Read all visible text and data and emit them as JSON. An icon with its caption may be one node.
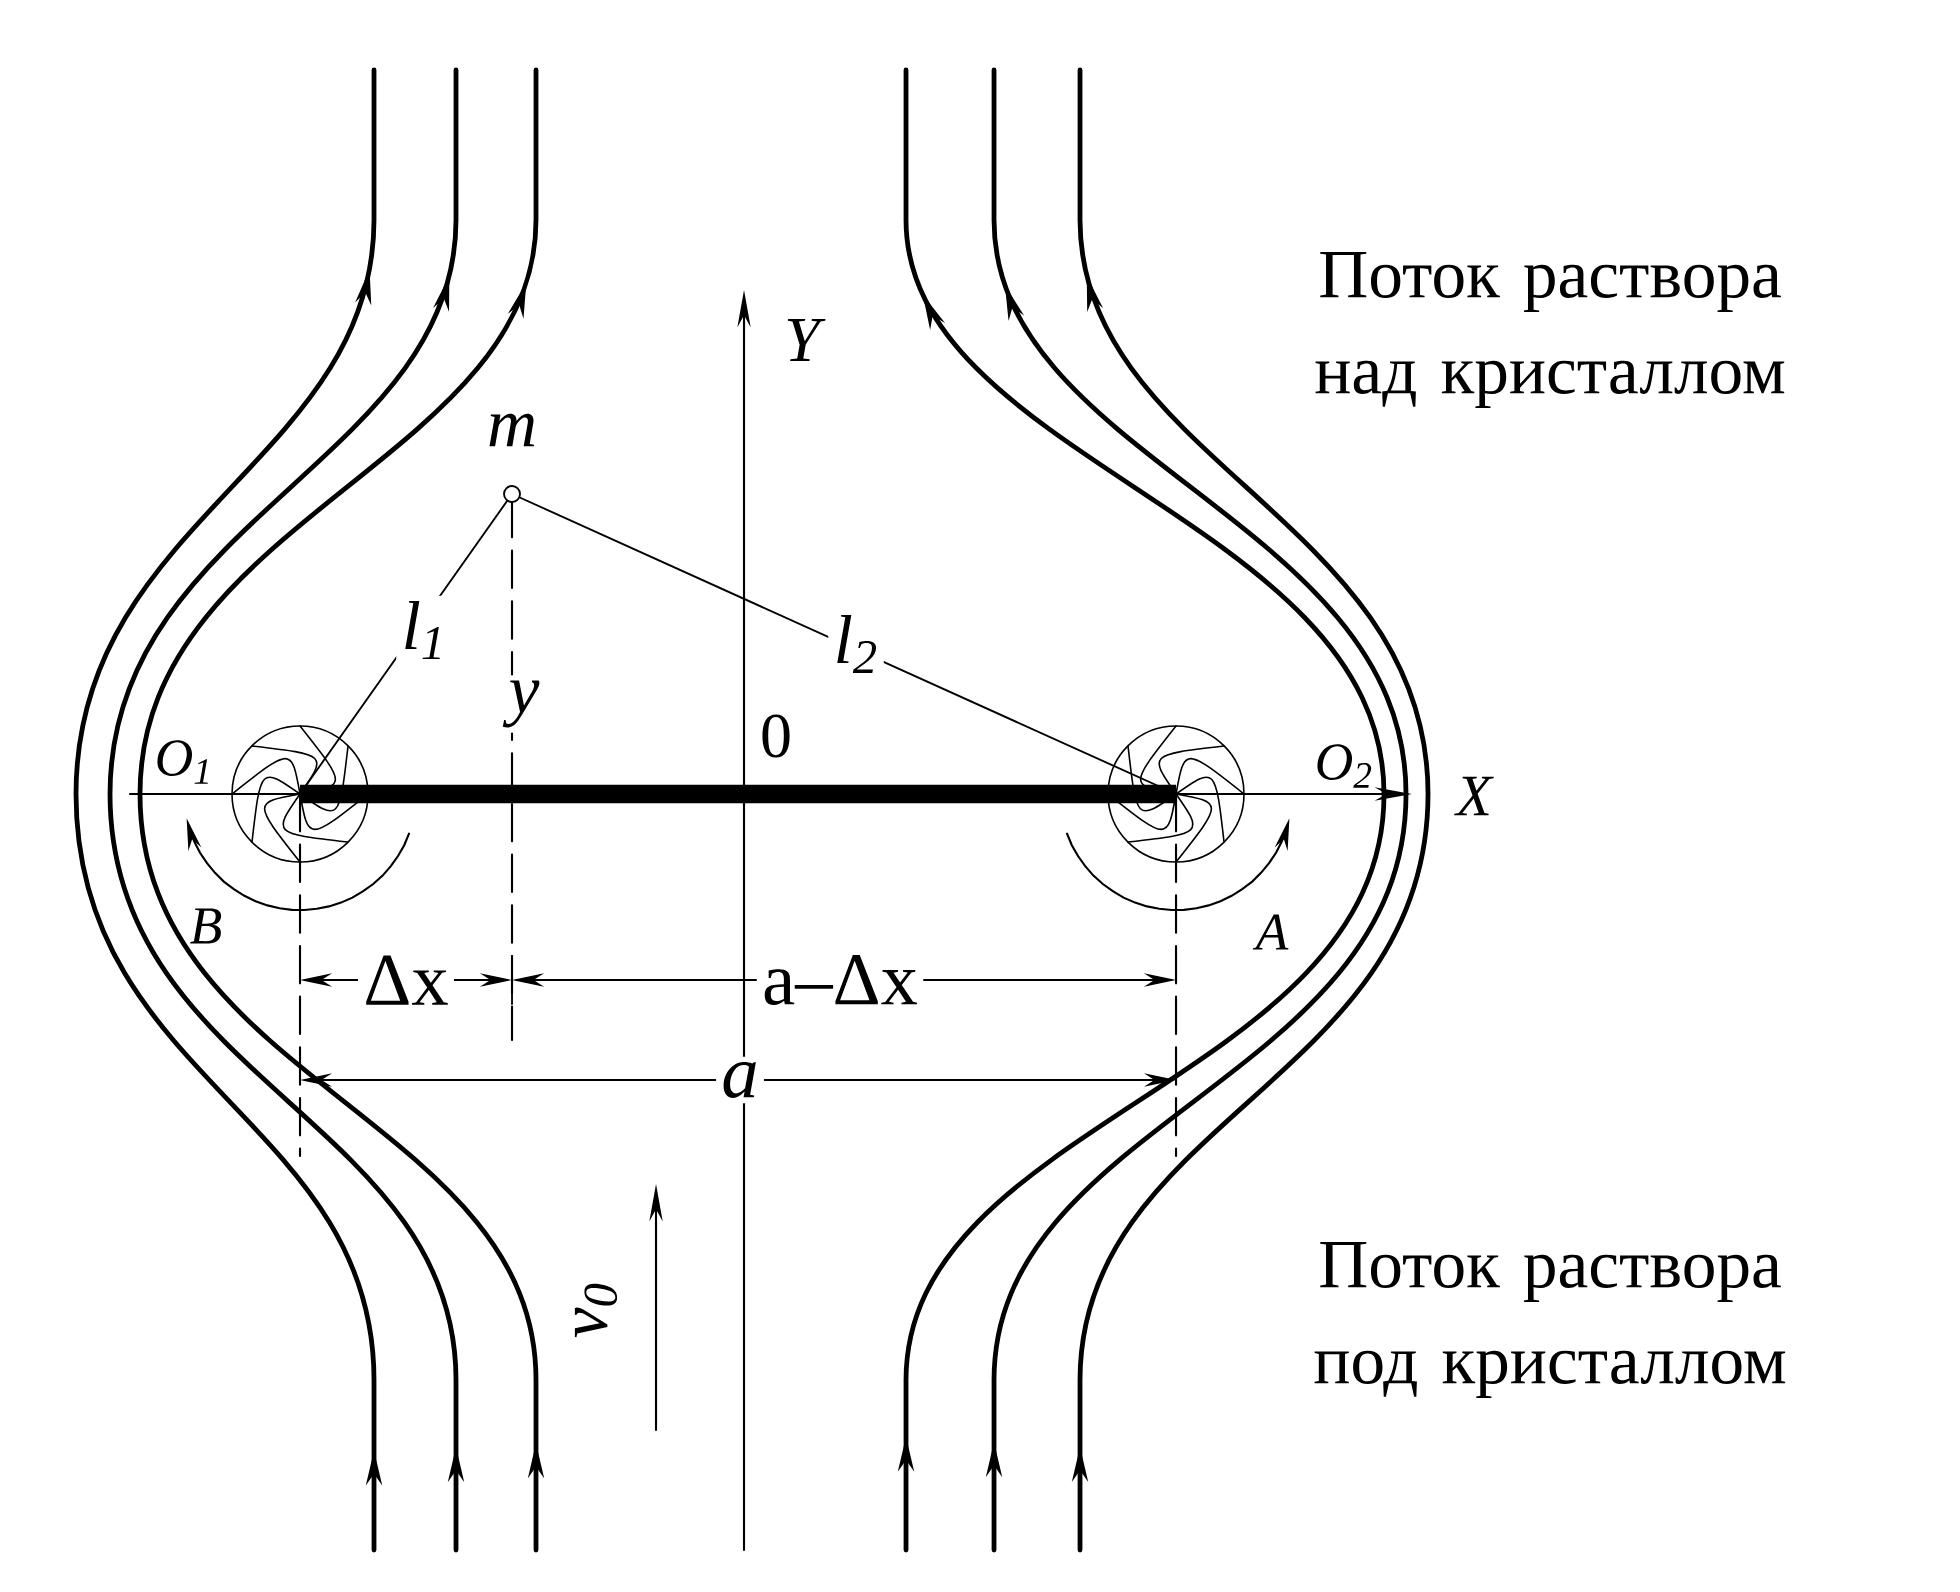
{
  "diagram": {
    "labels": [
      "Поток раствора над кристаллом",
      "Y",
      "m",
      "l$_{1}$",
      "l$_{2}$",
      "y",
      "0",
      "O$_{1}$",
      "O$_{2}$",
      "X",
      "B",
      "A",
      "Δx",
      "a–Δx",
      "a",
      "Поток раствора под кристаллом",
      "v$_{0}$"
    ]
  }
}
